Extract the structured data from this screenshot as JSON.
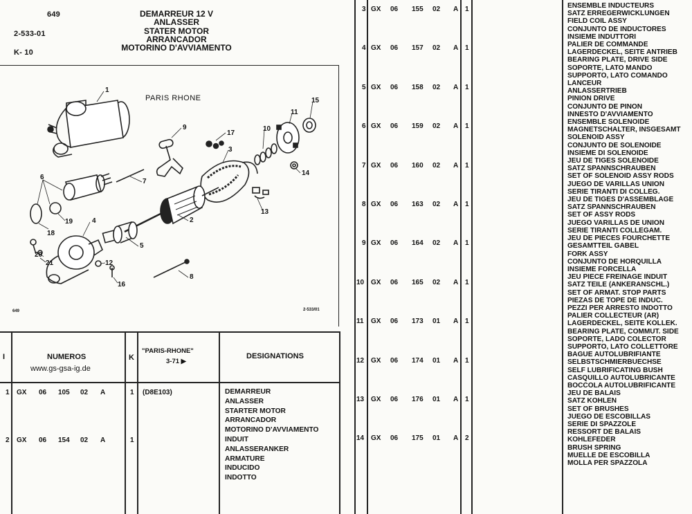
{
  "header": {
    "page_no": "649",
    "ref": "2-533-01",
    "k_ref": "K- 10",
    "titles": [
      "DEMARREUR 12 V",
      "ANLASSER",
      "STATER MOTOR",
      "ARRANCADOR",
      "MOTORINO D'AVVIAMENTO"
    ]
  },
  "figure": {
    "label": "PARIS RHONE",
    "small_left": "649",
    "small_right": "2-533/01",
    "callouts": [
      "1",
      "2",
      "3",
      "4",
      "5",
      "6",
      "7",
      "8",
      "9",
      "10",
      "11",
      "12",
      "13",
      "14",
      "15",
      "16",
      "17",
      "18",
      "19",
      "20",
      "21"
    ]
  },
  "table_header": {
    "col_i": "I",
    "col_numeros": "NUMEROS",
    "website": "www.gs-gsa-ig.de",
    "col_k": "K",
    "col_paris": "\"PARIS-RHONE\"",
    "col_paris_date": "3-71 ▶",
    "col_designations": "DESIGNATIONS"
  },
  "left_rows": [
    {
      "i": "1",
      "a": "GX",
      "b": "06",
      "c": "105",
      "d": "02",
      "e": "A",
      "k": "1",
      "note": "(D8E103)",
      "desc": [
        "DEMARREUR",
        "ANLASSER",
        "STARTER MOTOR",
        "ARRANCADOR",
        "MOTORINO D'AVVIAMENTO"
      ]
    },
    {
      "i": "2",
      "a": "GX",
      "b": "06",
      "c": "154",
      "d": "02",
      "e": "A",
      "k": "1",
      "note": "",
      "desc": [
        "INDUIT",
        "ANLASSERANKER",
        "ARMATURE",
        "INDUCIDO",
        "INDOTTO"
      ]
    }
  ],
  "right_rows": [
    {
      "i": "3",
      "a": "GX",
      "b": "06",
      "c": "155",
      "d": "02",
      "e": "A",
      "k": "1"
    },
    {
      "i": "4",
      "a": "GX",
      "b": "06",
      "c": "157",
      "d": "02",
      "e": "A",
      "k": "1"
    },
    {
      "i": "5",
      "a": "GX",
      "b": "06",
      "c": "158",
      "d": "02",
      "e": "A",
      "k": "1"
    },
    {
      "i": "6",
      "a": "GX",
      "b": "06",
      "c": "159",
      "d": "02",
      "e": "A",
      "k": "1"
    },
    {
      "i": "7",
      "a": "GX",
      "b": "06",
      "c": "160",
      "d": "02",
      "e": "A",
      "k": "1"
    },
    {
      "i": "8",
      "a": "GX",
      "b": "06",
      "c": "163",
      "d": "02",
      "e": "A",
      "k": "1"
    },
    {
      "i": "9",
      "a": "GX",
      "b": "06",
      "c": "164",
      "d": "02",
      "e": "A",
      "k": "1"
    },
    {
      "i": "10",
      "a": "GX",
      "b": "06",
      "c": "165",
      "d": "02",
      "e": "A",
      "k": "1"
    },
    {
      "i": "11",
      "a": "GX",
      "b": "06",
      "c": "173",
      "d": "01",
      "e": "A",
      "k": "1"
    },
    {
      "i": "12",
      "a": "GX",
      "b": "06",
      "c": "174",
      "d": "01",
      "e": "A",
      "k": "1"
    },
    {
      "i": "13",
      "a": "GX",
      "b": "06",
      "c": "176",
      "d": "01",
      "e": "A",
      "k": "1"
    },
    {
      "i": "14",
      "a": "GX",
      "b": "06",
      "c": "175",
      "d": "01",
      "e": "A",
      "k": "2"
    }
  ],
  "right_desc": [
    "ENSEMBLE INDUCTEURS",
    "SATZ ERREGERWICKLUNGEN",
    "FIELD COIL ASSY",
    "CONJUNTO DE INDUCTORES",
    "INSIEME INDUTTORI",
    "PALIER DE COMMANDE",
    "LAGERDECKEL, SEITE ANTRIEB",
    "BEARING PLATE, DRIVE SIDE",
    "SOPORTE, LATO MANDO",
    "SUPPORTO, LATO COMANDO",
    "LANCEUR",
    "ANLASSERTRIEB",
    "PINION DRIVE",
    "CONJUNTO DE PINON",
    "INNESTO D'AVVIAMENTO",
    "ENSEMBLE SOLENOIDE",
    "MAGNETSCHALTER, INSGESAMT",
    "SOLENOID ASSY",
    "CONJUNTO DE SOLENOIDE",
    "INSIEME DI SOLENOIDE",
    "JEU DE TIGES SOLENOIDE",
    "SATZ SPANNSCHRAUBEN",
    "SET OF SOLENOID ASSY RODS",
    "JUEGO DE VARILLAS UNION",
    "SERIE TIRANTI DI COLLEG.",
    "JEU DE TIGES D'ASSEMBLAGE",
    "SATZ SPANNSCHRAUBEN",
    "SET OF ASSY RODS",
    "JUEGO VARILLAS DE UNION",
    "SERIE TIRANTI COLLEGAM.",
    "JEU DE PIECES FOURCHETTE",
    "GESAMTTEIL GABEL",
    "FORK ASSY",
    "CONJUNTO DE HORQUILLA",
    "INSIEME FORCELLA",
    "JEU PIECE FREINAGE INDUIT",
    "SATZ TEILE (ANKERANSCHL.)",
    "SET OF ARMAT. STOP PARTS",
    "PIEZAS DE TOPE DE INDUC.",
    "PEZZI PER ARRESTO INDOTTO",
    "PALIER COLLECTEUR (AR)",
    "LAGERDECKEL, SEITE KOLLEK.",
    "BEARING PLATE, COMMUT. SIDE",
    "SOPORTE, LADO COLECTOR",
    "SUPPORTO, LATO COLLETTORE",
    "BAGUE AUTOLUBRIFIANTE",
    "SELBSTSCHMIERBUECHSE",
    "SELF LUBRIFICATING BUSH",
    "CASQUILLO AUTOLUBRICANTE",
    "BOCCOLA AUTOLUBRIFICANTE",
    "JEU DE BALAIS",
    "SATZ KOHLEN",
    "SET OF BRUSHES",
    "JUEGO DE ESCOBILLAS",
    "SERIE DI SPAZZOLE",
    "RESSORT DE BALAIS",
    "KOHLEFEDER",
    "BRUSH SPRING",
    "MUELLE DE ESCOBILLA",
    "MOLLA PER SPAZZOLA"
  ]
}
